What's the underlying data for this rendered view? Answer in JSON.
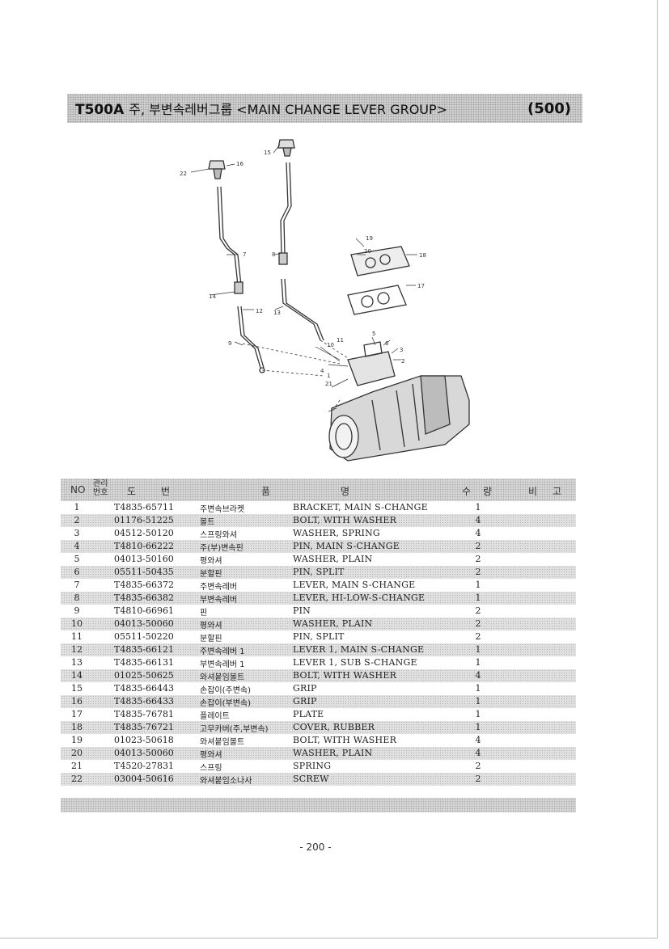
{
  "header": {
    "code": "T500A",
    "title": "주, 부변속레버그룹 <MAIN CHANGE LEVER GROUP>",
    "section": "(500)"
  },
  "callouts": [
    "22",
    "16",
    "15",
    "7",
    "8",
    "14",
    "12",
    "13",
    "9",
    "10",
    "11",
    "5",
    "6",
    "4",
    "3",
    "2",
    "1",
    "21",
    "19",
    "18",
    "20",
    "17"
  ],
  "table": {
    "headers": {
      "no": "NO",
      "mgmt_line1": "관리",
      "mgmt_line2": "번호",
      "code_a": "도",
      "code_b": "번",
      "name_a": "품",
      "name_b": "명",
      "qty_a": "수",
      "qty_b": "량",
      "note_a": "비",
      "note_b": "고"
    },
    "rows": [
      {
        "no": "1",
        "code": "T4835-65711",
        "kor": "주변속브라켓",
        "eng": "BRACKET, MAIN S-CHANGE",
        "qty": "1"
      },
      {
        "no": "2",
        "code": "01176-51225",
        "kor": "볼트",
        "eng": "BOLT, WITH WASHER",
        "qty": "4"
      },
      {
        "no": "3",
        "code": "04512-50120",
        "kor": "스프링와셔",
        "eng": "WASHER, SPRING",
        "qty": "4"
      },
      {
        "no": "4",
        "code": "T4810-66222",
        "kor": "주(부)변속핀",
        "eng": "PIN, MAIN S-CHANGE",
        "qty": "2"
      },
      {
        "no": "5",
        "code": "04013-50160",
        "kor": "평와셔",
        "eng": "WASHER, PLAIN",
        "qty": "2"
      },
      {
        "no": "6",
        "code": "05511-50435",
        "kor": "분할핀",
        "eng": "PIN, SPLIT",
        "qty": "2"
      },
      {
        "no": "7",
        "code": "T4835-66372",
        "kor": "주변속레버",
        "eng": "LEVER, MAIN S-CHANGE",
        "qty": "1"
      },
      {
        "no": "8",
        "code": "T4835-66382",
        "kor": "부변속레버",
        "eng": "LEVER, HI-LOW-S-CHANGE",
        "qty": "1"
      },
      {
        "no": "9",
        "code": "T4810-66961",
        "kor": "핀",
        "eng": "PIN",
        "qty": "2"
      },
      {
        "no": "10",
        "code": "04013-50060",
        "kor": "평와셔",
        "eng": "WASHER, PLAIN",
        "qty": "2"
      },
      {
        "no": "11",
        "code": "05511-50220",
        "kor": "분할핀",
        "eng": "PIN, SPLIT",
        "qty": "2"
      },
      {
        "no": "12",
        "code": "T4835-66121",
        "kor": "주변속레버 1",
        "eng": "LEVER 1, MAIN S-CHANGE",
        "qty": "1"
      },
      {
        "no": "13",
        "code": "T4835-66131",
        "kor": "부변속레버 1",
        "eng": "LEVER 1, SUB S-CHANGE",
        "qty": "1"
      },
      {
        "no": "14",
        "code": "01025-50625",
        "kor": "와셔붙임볼트",
        "eng": "BOLT, WITH WASHER",
        "qty": "4"
      },
      {
        "no": "15",
        "code": "T4835-66443",
        "kor": "손잡이(주변속)",
        "eng": "GRIP",
        "qty": "1"
      },
      {
        "no": "16",
        "code": "T4835-66433",
        "kor": "손잡이(부변속)",
        "eng": "GRIP",
        "qty": "1"
      },
      {
        "no": "17",
        "code": "T4835-76781",
        "kor": "플레이트",
        "eng": "PLATE",
        "qty": "1"
      },
      {
        "no": "18",
        "code": "T4835-76721",
        "kor": "고무카버(주,부변속)",
        "eng": "COVER, RUBBER",
        "qty": "1"
      },
      {
        "no": "19",
        "code": "01023-50618",
        "kor": "와셔붙임볼트",
        "eng": "BOLT, WITH WASHER",
        "qty": "4"
      },
      {
        "no": "20",
        "code": "04013-50060",
        "kor": "평와셔",
        "eng": "WASHER, PLAIN",
        "qty": "4"
      },
      {
        "no": "21",
        "code": "T4520-27831",
        "kor": "스프링",
        "eng": "SPRING",
        "qty": "2"
      },
      {
        "no": "22",
        "code": "03004-50616",
        "kor": "와셔붙임소나사",
        "eng": "SCREW",
        "qty": "2"
      }
    ]
  },
  "footer": {
    "page_number": "- 200 -"
  }
}
